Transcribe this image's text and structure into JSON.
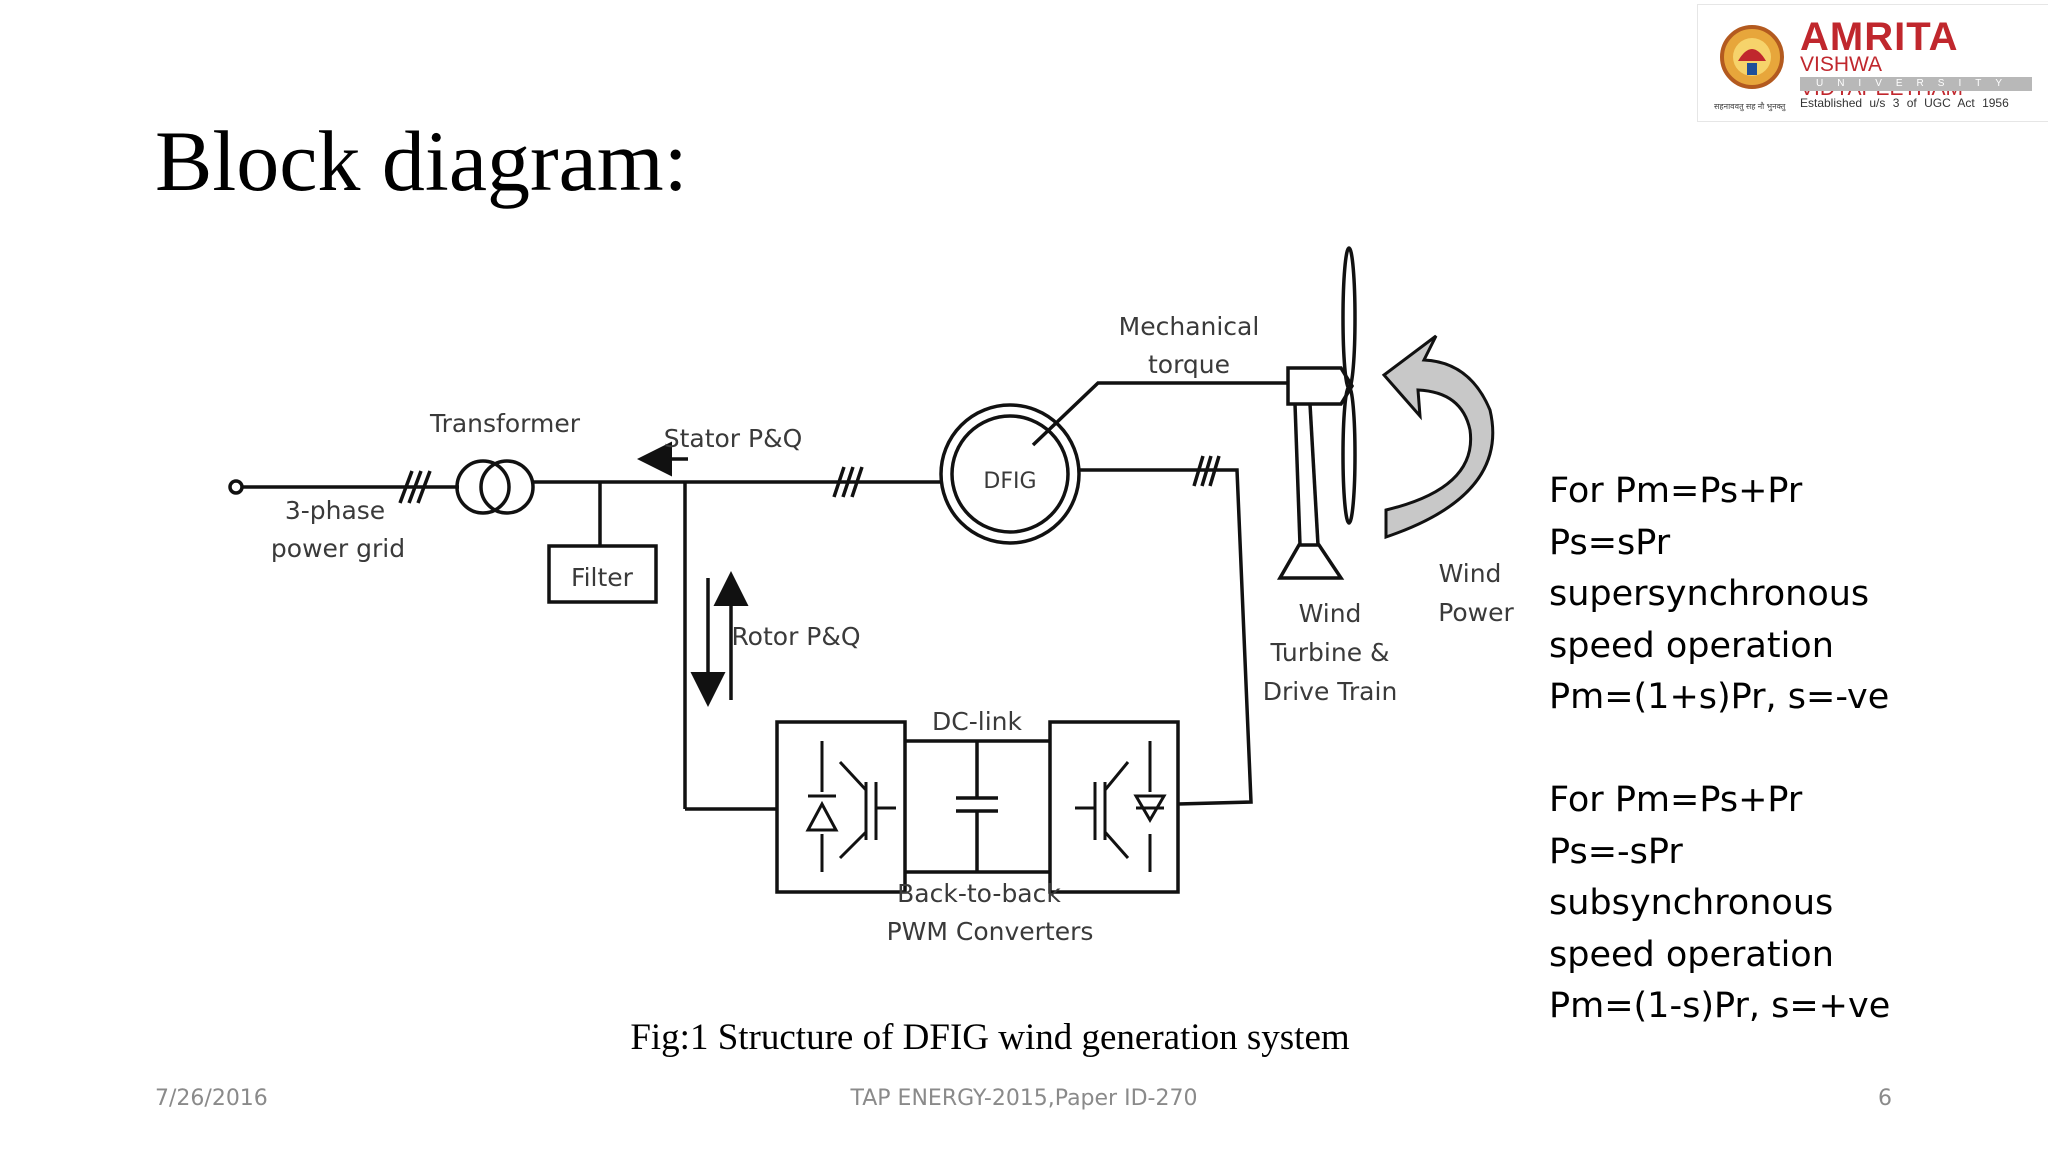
{
  "title": "Block diagram:",
  "logo": {
    "name": "AMRITA",
    "subtitle": "VISHWA VIDYAPEETHAM",
    "band": "UNIVERSITY",
    "established": "Established u/s 3 of UGC Act 1956",
    "motto": "सहनाववतु सह नौ भुनक्तु"
  },
  "diagram": {
    "grid_label_1": "3-phase",
    "grid_label_2": "power grid",
    "transformer_label": "Transformer",
    "filter_label": "Filter",
    "stator_label": "Stator P&Q",
    "rotor_label": "Rotor P&Q",
    "dfig_label": "DFIG",
    "mech_label_1": "Mechanical",
    "mech_label_2": "torque",
    "dc_link_label": "DC-link",
    "converters_label_1": "Back-to-back",
    "converters_label_2": "PWM Converters",
    "turbine_label_1": "Wind",
    "turbine_label_2": "Turbine &",
    "turbine_label_3": "Drive Train",
    "wind_label_1": "Wind",
    "wind_label_2": "Power"
  },
  "caption": "Fig:1 Structure of DFIG wind generation system",
  "notes": [
    "For Pm=Ps+Pr",
    "Ps=sPr",
    "supersynchronous",
    "speed operation",
    "Pm=(1+s)Pr, s=-ve",
    "",
    "For Pm=Ps+Pr",
    "Ps=-sPr",
    "subsynchronous",
    "speed operation",
    "Pm=(1-s)Pr, s=+ve"
  ],
  "footer": {
    "date": "7/26/2016",
    "center": "TAP ENERGY-2015,Paper ID-270",
    "page": "6"
  }
}
